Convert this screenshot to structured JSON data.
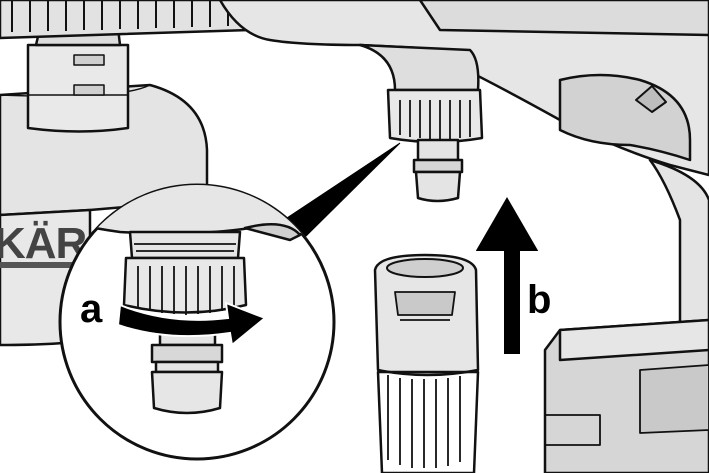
{
  "labels": {
    "step_a": "a",
    "step_b": "b"
  },
  "brand": {
    "text": "KÄRC"
  },
  "colors": {
    "body_fill": "#e6e6e6",
    "body_shade": "#cfcfcf",
    "dark_shade": "#b8b8b8",
    "outline": "#111111",
    "arrow": "#000000",
    "brand": "#444444"
  },
  "icons": {
    "rotate_arrow": "curved-arrow-right",
    "push_arrow": "arrow-up"
  }
}
